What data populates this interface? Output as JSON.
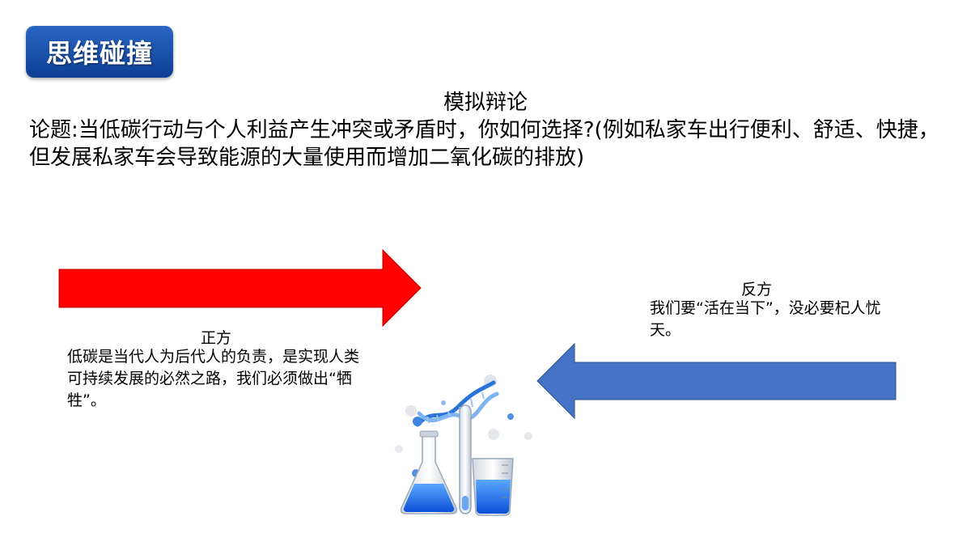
{
  "header": {
    "badge_label": "思维碰撞"
  },
  "main": {
    "subtitle": "模拟辩论",
    "topic": "论题:当低碳行动与个人利益产生冲突或矛盾时，你如何选择?(例如私家车出行便利、舒适、快捷，但发展私家车会导致能源的大量使用而增加二氧化碳的排放)"
  },
  "pro": {
    "title": "正方",
    "text": "低碳是当代人为后代人的负责，是实现人类可持续发展的必然之路，我们必须做出“牺牲”。"
  },
  "con": {
    "title": "反方",
    "text": "我们要“活在当下”，没必要杞人忧天。"
  },
  "colors": {
    "badge": "#1a4fa8",
    "pro_arrow": "#ff0000",
    "con_arrow": "#4472c4"
  },
  "icons": {
    "illustration": "lab-flasks-dna-icon"
  }
}
